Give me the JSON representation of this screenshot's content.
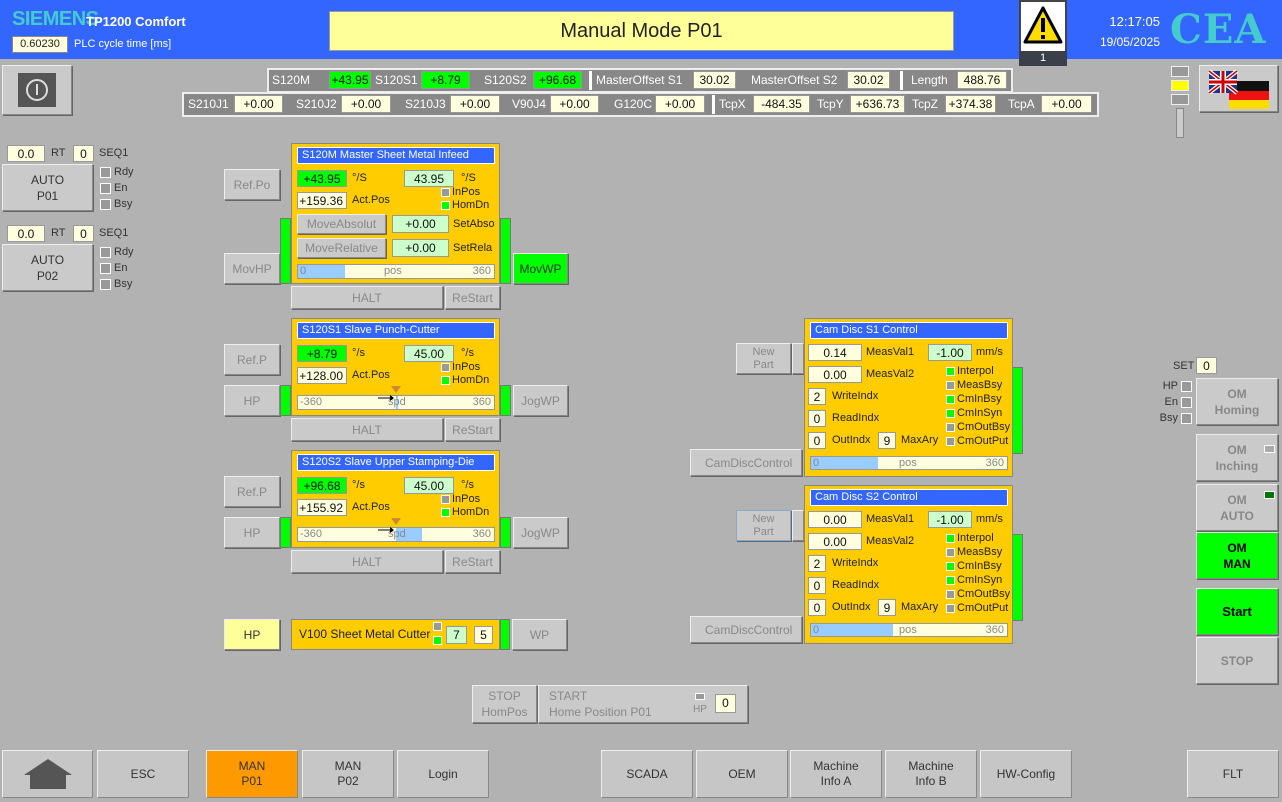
{
  "header": {
    "brand": "SIEMENS",
    "model": "TP1200 Comfort",
    "cycle_time": "0.60230",
    "cycle_label": "PLC cycle time [ms]",
    "title": "Manual Mode P01",
    "alarm_count": "1",
    "time": "12:17:05",
    "date": "19/05/2025",
    "logo": "CEA"
  },
  "status_row1": [
    {
      "label": "S120M",
      "value": "+43.95",
      "green": true
    },
    {
      "label": "S120S1",
      "value": "+8.79",
      "green": true
    },
    {
      "label": "S120S2",
      "value": "+96.68",
      "green": true
    },
    {
      "label": "MasterOffset S1",
      "value": "30.02"
    },
    {
      "label": "MasterOffset S2",
      "value": "30.02"
    },
    {
      "label": "Length",
      "value": "488.76"
    }
  ],
  "status_row2": [
    {
      "label": "S210J1",
      "value": "+0.00"
    },
    {
      "label": "S210J2",
      "value": "+0.00"
    },
    {
      "label": "S210J3",
      "value": "+0.00"
    },
    {
      "label": "V90J4",
      "value": "+0.00"
    },
    {
      "label": "G120C",
      "value": "+0.00"
    },
    {
      "label": "TcpX",
      "value": "-484.35"
    },
    {
      "label": "TcpY",
      "value": "+636.73"
    },
    {
      "label": "TcpZ",
      "value": "+374.38"
    },
    {
      "label": "TcpA",
      "value": "+0.00"
    }
  ],
  "auto": [
    {
      "rt_value": "0.0",
      "rt_label": "RT",
      "seq_value": "0",
      "seq_label": "SEQ1",
      "button": "AUTO\nP01",
      "checks": [
        "Rdy",
        "En",
        "Bsy"
      ]
    },
    {
      "rt_value": "0.0",
      "rt_label": "RT",
      "seq_value": "0",
      "seq_label": "SEQ1",
      "button": "AUTO\nP02",
      "checks": [
        "Rdy",
        "En",
        "Bsy"
      ]
    }
  ],
  "axes": [
    {
      "title": "S120M Master Sheet Metal Infeed",
      "speed": "+43.95",
      "unit": "°/S",
      "setspeed": "43.95",
      "actpos": "+159.36",
      "actpos_label": "Act.Pos",
      "inpos": "InPos",
      "homdn": "HomDn",
      "inpos_on": false,
      "homdn_on": true,
      "move_abs": "MoveAbsolut",
      "set_abs": "+0.00",
      "set_abs_label": "SetAbso",
      "move_rel": "MoveRelative",
      "set_rel": "+0.00",
      "set_rel_label": "SetRela",
      "bar_min": "0",
      "bar_label": "pos",
      "bar_max": "360",
      "bar_fraction": 0.24,
      "left_top": "Ref.Po",
      "left_bottom": "MovHP",
      "right": "MovWP",
      "halt": "HALT",
      "restart": "ReStart"
    },
    {
      "title": "S120S1 Slave Punch-Cutter",
      "speed": "+8.79",
      "unit": "°/s",
      "setspeed": "45.00",
      "actpos": "+128.00",
      "actpos_label": "Act.Pos",
      "inpos": "InPos",
      "homdn": "HomDn",
      "inpos_on": false,
      "homdn_on": true,
      "bar_min": "-360",
      "bar_label": "spd",
      "bar_max": "360",
      "bar_value": 8.79,
      "left_top": "Ref.P",
      "left_bottom": "HP",
      "right": "JogWP",
      "halt": "HALT",
      "restart": "ReStart"
    },
    {
      "title": "S120S2 Slave Upper Stamping-Die",
      "speed": "+96.68",
      "unit": "°/s",
      "setspeed": "45.00",
      "actpos": "+155.92",
      "actpos_label": "Act.Pos",
      "inpos": "InPos",
      "homdn": "HomDn",
      "inpos_on": false,
      "homdn_on": true,
      "bar_min": "-360",
      "bar_label": "spd",
      "bar_max": "360",
      "bar_value": 96.68,
      "left_top": "Ref.P",
      "left_bottom": "HP",
      "right": "JogWP",
      "halt": "HALT",
      "restart": "ReStart"
    }
  ],
  "cutter": {
    "left": "HP",
    "title": "V100 Sheet Metal Cutter",
    "value1": "7",
    "value2": "5",
    "right": "WP"
  },
  "homing": {
    "stop": "STOP\nHomPos",
    "start": "START\nHome Position P01",
    "hp_label": "HP",
    "hp_value": "0"
  },
  "cams": [
    {
      "title": "Cam Disc S1 Control",
      "meas1": "0.14",
      "meas1_label": "MeasVal1",
      "speed": "-1.00",
      "unit": "mm/s",
      "meas2": "0.00",
      "meas2_label": "MeasVal2",
      "write": "2",
      "write_label": "WriteIndx",
      "read": "0",
      "read_label": "ReadIndx",
      "out": "0",
      "out_label": "OutIndx",
      "max": "9",
      "max_label": "MaxAry",
      "flags": [
        {
          "label": "Interpol",
          "on": true
        },
        {
          "label": "MeasBsy",
          "on": false
        },
        {
          "label": "CmInBsy",
          "on": true
        },
        {
          "label": "CmInSyn",
          "on": true
        },
        {
          "label": "CmOutBsy",
          "on": false
        },
        {
          "label": "CmOutPut",
          "on": false
        }
      ],
      "bar_min": "0",
      "bar_label": "pos",
      "bar_max": "360",
      "bar_fraction": 0.34,
      "new_part": "New\nPart",
      "control": "CamDiscControl"
    },
    {
      "title": "Cam Disc S2 Control",
      "meas1": "0.00",
      "meas1_label": "MeasVal1",
      "speed": "-1.00",
      "unit": "mm/s",
      "meas2": "0.00",
      "meas2_label": "MeasVal2",
      "write": "2",
      "write_label": "WriteIndx",
      "read": "0",
      "read_label": "ReadIndx",
      "out": "0",
      "out_label": "OutIndx",
      "max": "9",
      "max_label": "MaxAry",
      "flags": [
        {
          "label": "Interpol",
          "on": true
        },
        {
          "label": "MeasBsy",
          "on": false
        },
        {
          "label": "CmInBsy",
          "on": true
        },
        {
          "label": "CmInSyn",
          "on": true
        },
        {
          "label": "CmOutBsy",
          "on": false
        },
        {
          "label": "CmOutPut",
          "on": false
        }
      ],
      "bar_min": "0",
      "bar_label": "pos",
      "bar_max": "360",
      "bar_fraction": 0.42,
      "new_part": "New\nPart",
      "control": "CamDiscControl"
    }
  ],
  "opmode": {
    "set_label": "SET",
    "set_value": "0",
    "checks": [
      "HP",
      "En",
      "Bsy"
    ],
    "homing": "OM\nHoming",
    "inching": "OM\nInching",
    "auto": "OM\nAUTO",
    "man": "OM\nMAN",
    "start": "Start",
    "stop": "STOP"
  },
  "footer": {
    "esc": "ESC",
    "man_p01": "MAN\nP01",
    "man_p02": "MAN\nP02",
    "login": "Login",
    "scada": "SCADA",
    "oem": "OEM",
    "info_a": "Machine\nInfo A",
    "info_b": "Machine\nInfo B",
    "hwconfig": "HW-Config",
    "flt": "FLT"
  },
  "colors": {
    "header": "#3366ff",
    "panel": "#ffcc00",
    "active": "#00ff00",
    "selected": "#ff9900"
  }
}
